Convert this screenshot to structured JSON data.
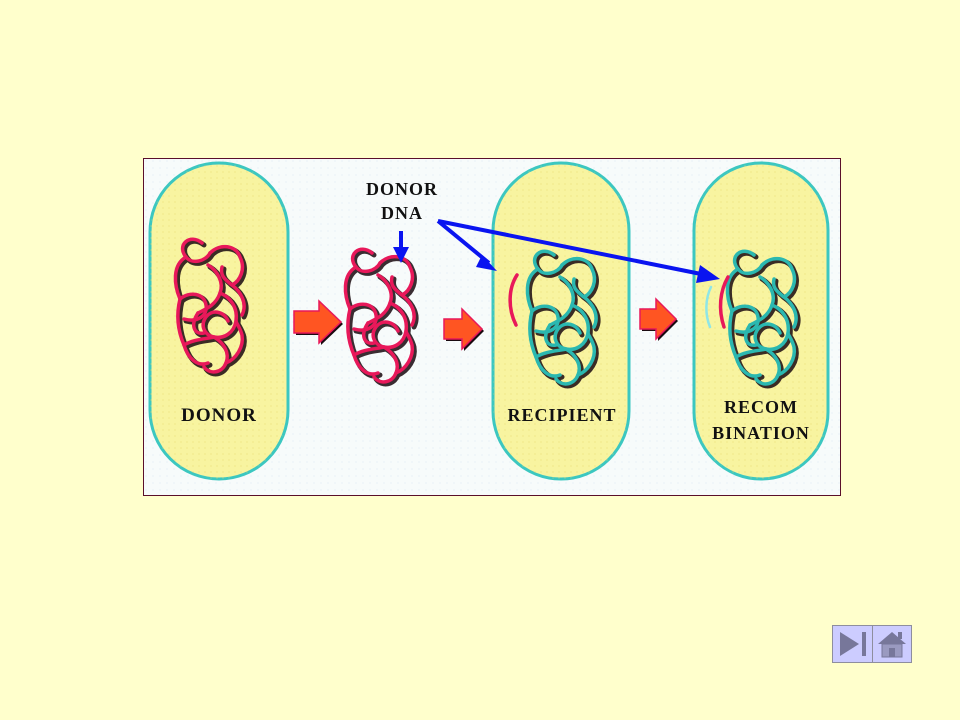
{
  "slide": {
    "background_color": "#FFFFCC"
  },
  "figure": {
    "type": "bacterial recombination diagram",
    "labels": {
      "donor_dna_line1": "DONOR",
      "donor_dna_line2": "DNA",
      "donor_cell": "DONOR",
      "recipient_cell": "RECIPIENT",
      "recombination_line1": "RECOM",
      "recombination_line2": "BINATION"
    },
    "colors": {
      "cell_fill": "#F8F4A0",
      "cell_outline": "#3CC7C0",
      "donor_dna": "#E8185A",
      "recipient_dna": "#2BB8B0",
      "pointer_arrow": "#0A14F0",
      "process_arrow": "#FF5522",
      "frame_border": "#5A0F2A"
    },
    "stages": [
      {
        "id": "donor",
        "label": "DONOR"
      },
      {
        "id": "fragmented",
        "label": ""
      },
      {
        "id": "recipient",
        "label": "RECIPIENT"
      },
      {
        "id": "recombination",
        "label": "RECOMBINATION"
      }
    ]
  },
  "navigation": {
    "next_icon": "play-end-icon",
    "home_icon": "home-icon",
    "button_color": "#CCCCFF",
    "glyph_color": "#77779A"
  }
}
